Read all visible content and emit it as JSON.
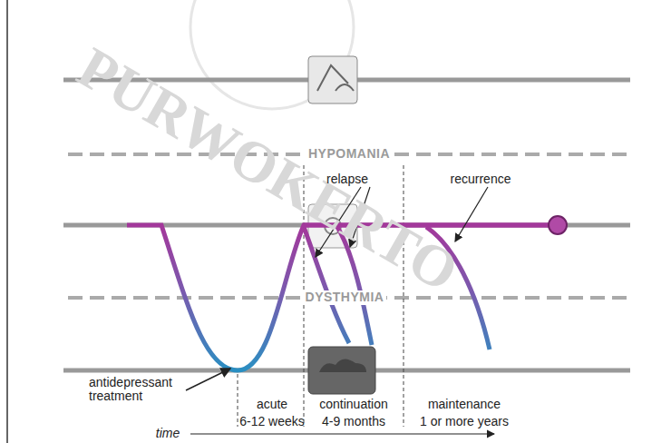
{
  "diagram": {
    "labels": [
      "PURWOKERTO",
      "HYPOMANIA",
      "DYSTHYMIA",
      "relapse",
      "recurrence",
      "antidepressant treatment",
      "acute",
      "6-12 weeks",
      "continuation",
      "4-9 months",
      "maintenance",
      "1 or more years",
      "time"
    ]
  }
}
